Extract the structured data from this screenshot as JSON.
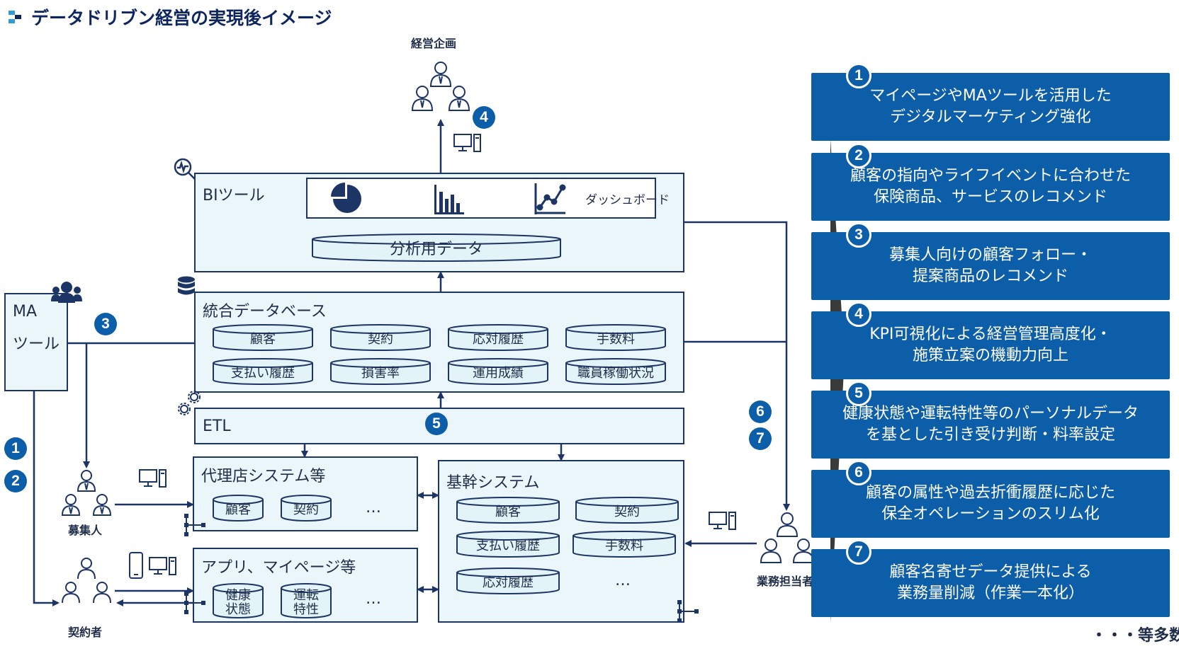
{
  "title": "データドリブン経営の実現後イメージ",
  "actors": {
    "management": "経営企画",
    "recruiter": "募集人",
    "contractor": "契約者",
    "staff": "業務担当者"
  },
  "bi": {
    "label": "BIツール",
    "dashboard": "ダッシュボード",
    "analysis_data": "分析用データ"
  },
  "integrated_db": {
    "label": "統合データベース",
    "items": [
      "顧客",
      "契約",
      "応対履歴",
      "手数料",
      "支払い履歴",
      "損害率",
      "運用成績",
      "職員稼働状況"
    ]
  },
  "etl": {
    "label": "ETL"
  },
  "ma_tool": {
    "label_line1": "MA",
    "label_line2": "ツール"
  },
  "agency": {
    "label": "代理店システム等",
    "items": [
      "顧客",
      "契約"
    ],
    "more": "…"
  },
  "app": {
    "label": "アプリ、マイページ等",
    "items": [
      "健康\n状態",
      "運転\n特性"
    ],
    "more": "…"
  },
  "core": {
    "label": "基幹システム",
    "items": [
      "顧客",
      "契約",
      "支払い履歴",
      "手数料",
      "応対履歴"
    ],
    "more": "…"
  },
  "badges": [
    "1",
    "2",
    "3",
    "4",
    "5",
    "6",
    "7"
  ],
  "benefits": [
    {
      "num": "1",
      "text": "マイページやMAツールを活用した\nデジタルマーケティング強化"
    },
    {
      "num": "2",
      "text": "顧客の指向やライフイベントに合わせた\n保険商品、サービスのレコメンド"
    },
    {
      "num": "3",
      "text": "募集人向けの顧客フォロー・\n提案商品のレコメンド"
    },
    {
      "num": "4",
      "text": "KPI可視化による経営管理高度化・\n施策立案の機動力向上"
    },
    {
      "num": "5",
      "text": "健康状態や運転特性等のパーソナルデータ\nを基とした引き受け判断・料率設定"
    },
    {
      "num": "6",
      "text": "顧客の属性や過去折衝履歴に応じた\n保全オペレーションのスリム化"
    },
    {
      "num": "7",
      "text": "顧客名寄せデータ提供による\n業務量削減（作業一本化）"
    }
  ],
  "footer": "・・・等多数",
  "colors": {
    "navy": "#1d3565",
    "accent": "#0d5ea8",
    "box_fill": "#eaf6f9"
  }
}
